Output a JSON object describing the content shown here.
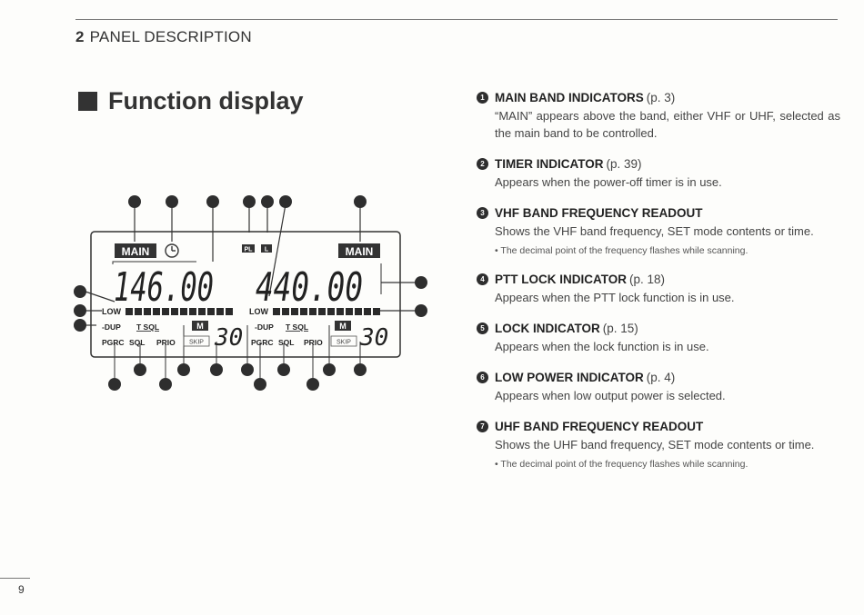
{
  "header": {
    "section_number": "2",
    "section_title": "PANEL DESCRIPTION"
  },
  "title": "Function display",
  "lcd": {
    "main_label": "MAIN",
    "pl_label": "PL",
    "lock_label": "L",
    "freq_vhf": "146.00",
    "freq_uhf": "440.00",
    "low_label": "LOW",
    "dup_label": "-DUP",
    "tsql_label": "T SQL",
    "m_label": "M",
    "skip_label": "SKIP",
    "channel_digits": "30",
    "pgrc_label": "PGRC",
    "sql_label": "SQL",
    "prio_label": "PRIO"
  },
  "items": [
    {
      "marker": "1",
      "title": "MAIN BAND INDICATORS",
      "page": "(p. 3)",
      "body": "“MAIN” appears above the band, either VHF or UHF, selected as the main band to be controlled.",
      "note": ""
    },
    {
      "marker": "2",
      "title": "TIMER INDICATOR",
      "page": "(p. 39)",
      "body": "Appears when the power-off timer is in use.",
      "note": ""
    },
    {
      "marker": "3",
      "title": "VHF BAND FREQUENCY READOUT",
      "page": "",
      "body": "Shows the VHF band frequency, SET mode contents or time.",
      "note": "• The decimal point of the frequency flashes while scanning."
    },
    {
      "marker": "4",
      "title": "PTT LOCK INDICATOR",
      "page": "(p. 18)",
      "body": "Appears when the PTT lock function is in use.",
      "note": ""
    },
    {
      "marker": "5",
      "title": "LOCK INDICATOR",
      "page": "(p. 15)",
      "body": "Appears when the lock function is in use.",
      "note": ""
    },
    {
      "marker": "6",
      "title": "LOW POWER INDICATOR",
      "page": "(p. 4)",
      "body": "Appears when low output power is selected.",
      "note": ""
    },
    {
      "marker": "7",
      "title": "UHF BAND FREQUENCY READOUT",
      "page": "",
      "body": "Shows the UHF band frequency, SET mode contents or time.",
      "note": "• The decimal point of the frequency flashes while scanning."
    }
  ],
  "footer": {
    "page_number": "9"
  }
}
